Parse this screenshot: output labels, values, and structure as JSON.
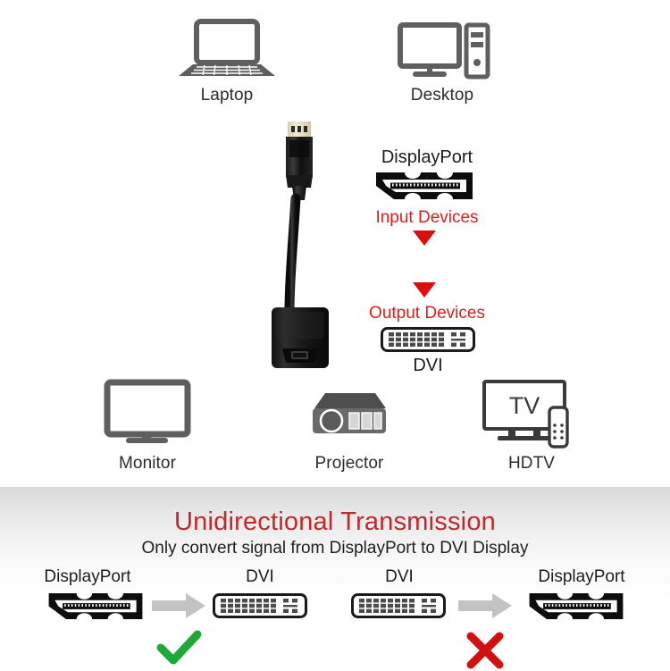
{
  "diagram": {
    "top_devices": [
      {
        "id": "laptop",
        "label": "Laptop",
        "icon": "laptop-icon"
      },
      {
        "id": "desktop",
        "label": "Desktop",
        "icon": "desktop-computer-icon"
      }
    ],
    "bottom_devices": [
      {
        "id": "monitor",
        "label": "Monitor",
        "icon": "monitor-icon"
      },
      {
        "id": "projector",
        "label": "Projector",
        "icon": "projector-icon"
      },
      {
        "id": "hdtv",
        "label": "HDTV",
        "icon": "hdtv-icon",
        "screen_text": "TV"
      }
    ],
    "input_side": {
      "connector_label": "DisplayPort",
      "role_label": "Input Devices",
      "connector_icon": "displayport-connector-icon",
      "arrow_icon": "red-triangle-down-icon"
    },
    "output_side": {
      "role_label": "Output Devices",
      "connector_label": "DVI",
      "connector_icon": "dvi-connector-icon",
      "arrow_icon": "red-triangle-down-icon"
    },
    "adapter": {
      "name": "displayport-to-dvi-adapter",
      "plug_type": "DisplayPort male",
      "housing_type": "DVI female"
    }
  },
  "banner": {
    "title": "Unidirectional Transmission",
    "subtitle": "Only convert signal from DisplayPort to DVI Display",
    "pairs": [
      {
        "id": "supported",
        "from_label": "DisplayPort",
        "from_icon": "displayport-connector-icon",
        "arrow_icon": "gray-arrow-right-icon",
        "to_label": "DVI",
        "to_icon": "dvi-connector-icon",
        "verdict_icon": "green-check-icon",
        "verdict": "supported"
      },
      {
        "id": "unsupported",
        "from_label": "DVI",
        "from_icon": "dvi-connector-icon",
        "arrow_icon": "gray-arrow-right-icon",
        "to_label": "DisplayPort",
        "to_icon": "displayport-connector-icon",
        "verdict_icon": "red-cross-icon",
        "verdict": "not supported"
      }
    ]
  },
  "colors": {
    "red_accent": "#dd0d0d",
    "banner_title": "#c0282d",
    "device_icon_gray": "#5f5f5f",
    "arrow_gray": "#c3c3c3",
    "check_green": "#1fa838",
    "cross_red": "#cf1111",
    "text_dark": "#1c1c1c"
  }
}
